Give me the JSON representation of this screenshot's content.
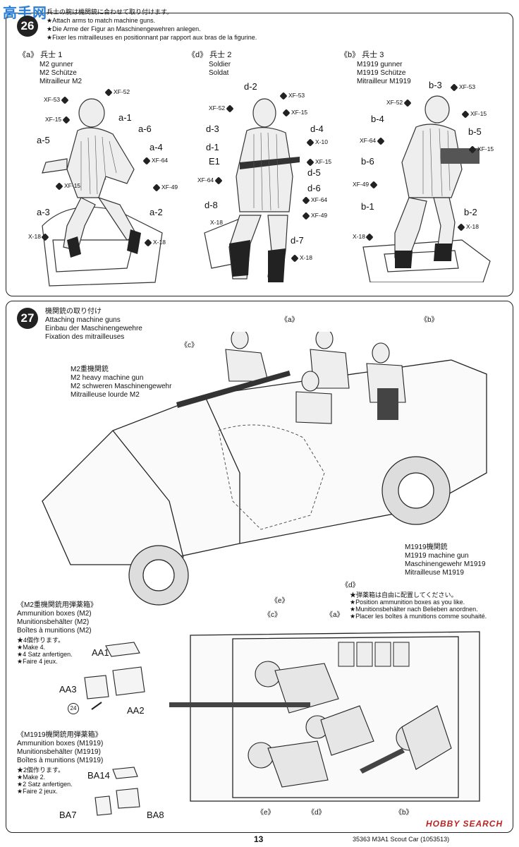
{
  "watermark": {
    "text": "高手网"
  },
  "step26": {
    "number": "26",
    "lines": [
      "兵士の腕は機関銃に合わせて取り付けます。",
      "★Attach arms to match machine guns.",
      "★Die Arme der Figur an Maschinengewehren anlegen.",
      "★Fixer les mitrailleuses en positionnant par rapport aux bras de la figurine."
    ],
    "figures": [
      {
        "tag": "《a》 兵士 1",
        "names": [
          "M2 gunner",
          "M2 Schütze",
          "Mitrailleur M2"
        ]
      },
      {
        "tag": "《d》 兵士 2",
        "names": [
          "Soldier",
          "Soldat"
        ]
      },
      {
        "tag": "《b》 兵士 3",
        "names": [
          "M1919 gunner",
          "M1919 Schütze",
          "Mitrailleur M1919"
        ]
      }
    ],
    "labelsA": [
      "a-1",
      "a-6",
      "a-5",
      "a-4",
      "a-3",
      "a-2"
    ],
    "codesA": [
      "XF-53",
      "XF-52",
      "XF-15",
      "XF-64",
      "XF-15",
      "XF-49",
      "X-18",
      "X-18"
    ],
    "labelsD": [
      "d-2",
      "d-3",
      "d-4",
      "d-1",
      "E1",
      "d-5",
      "d-6",
      "d-8",
      "d-7"
    ],
    "codesD": [
      "XF-52",
      "XF-53",
      "XF-15",
      "X-10",
      "XF-64",
      "XF-15",
      "XF-64",
      "XF-49",
      "X-18",
      "X-18"
    ],
    "labelsB": [
      "b-3",
      "b-4",
      "b-5",
      "b-6",
      "b-1",
      "b-2"
    ],
    "codesB": [
      "XF-52",
      "XF-53",
      "XF-15",
      "XF-64",
      "XF-15",
      "XF-49",
      "X-18",
      "X-18"
    ]
  },
  "step27": {
    "number": "27",
    "title_lines": [
      "機関銃の取り付け",
      "Attaching machine guns",
      "Einbau der Maschinengewehre",
      "Fixation des mitrailleuses"
    ],
    "m2_lines": [
      "M2重機関銃",
      "M2 heavy machine gun",
      "M2 schweren Maschinengewehr",
      "Mitrailleuse lourde M2"
    ],
    "m1919_lines": [
      "M1919機関銃",
      "M1919 machine gun",
      "Maschinengewehr M1919",
      "Mitrailleuse M1919"
    ],
    "callouts": [
      "《a》",
      "《b》",
      "《c》",
      "《d》",
      "《e》"
    ],
    "ammo_m2": {
      "lines": [
        "《M2重機関銃用弾薬箱》",
        "Ammunition boxes (M2)",
        "Munitionsbehälter (M2)",
        "Boîtes à munitions (M2)"
      ],
      "make": [
        "★4個作ります。",
        "★Make 4.",
        "★4 Satz anfertigen.",
        "★Faire 4 jeux."
      ],
      "parts": [
        "AA1",
        "AA3",
        "AA2",
        "24"
      ]
    },
    "ammo_m1919": {
      "lines": [
        "《M1919機関銃用弾薬箱》",
        "Ammunition boxes (M1919)",
        "Munitionsbehälter (M1919)",
        "Boîtes à munitions (M1919)"
      ],
      "make": [
        "★2個作ります。",
        "★Make 2.",
        "★2 Satz anfertigen.",
        "★Faire 2 jeux."
      ],
      "parts": [
        "BA14",
        "BA7",
        "BA8"
      ]
    },
    "position_lines": [
      "★弾薬箱は自由に配置してください。",
      "★Position ammunition boxes as you like.",
      "★Munitionsbehälter nach Belieben anordnen.",
      "★Placer les boîtes à munitions comme souhaité."
    ]
  },
  "footer": {
    "page": "13",
    "code": "35363",
    "product": "M3A1 Scout Car (1053513)",
    "brand": "HOBBY SEARCH"
  }
}
